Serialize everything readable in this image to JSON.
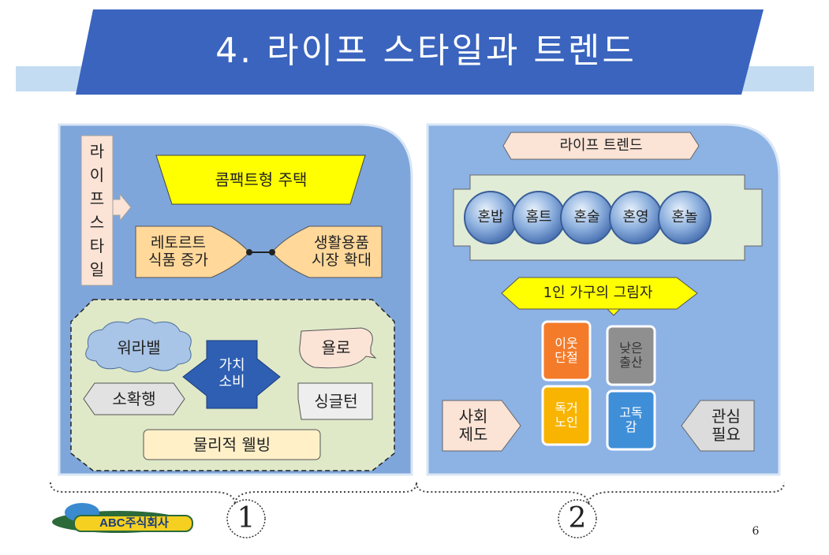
{
  "header": {
    "title": "4. 라이프 스타일과 트렌드"
  },
  "colors": {
    "title_banner": "#3a64be",
    "light_stripe": "#c4dcf2",
    "panel_left": "#7fa6db",
    "panel_right": "#8db2e4",
    "yellow": "#ffff00",
    "peach": "#ffd89a",
    "orange": "#f47b2a",
    "gray": "#8f8f8f",
    "gold": "#f8b400",
    "blue_cube": "#3f8fd8",
    "bubble": "#5d87c5",
    "diamond_blue": "#2e5fb3"
  },
  "left_panel": {
    "vertical_label": "라\n이\n프\n스\n타\n일",
    "compact_housing": "콤팩트형 주택",
    "retort": "레토르트\n식품 증가",
    "living_goods": "생활용품\n시장 확대",
    "workabal": "워라밸",
    "yolo": "욜로",
    "value_consumption": "가치\n소비",
    "sohwakhaeng": "소확행",
    "singleton": "싱글턴",
    "physical_wellbeing": "물리적 웰빙"
  },
  "right_panel": {
    "life_trend": "라이프 트렌드",
    "circles": [
      "혼밥",
      "홈트",
      "혼술",
      "혼영",
      "혼놀"
    ],
    "shadow_label": "1인 가구의 그림자",
    "cubes": {
      "neighbor": "이웃\n단절",
      "low_birth": "낮은\n출산",
      "alone_elderly": "독거\n노인",
      "loneliness": "고독\n감"
    },
    "social_system": "사회\n제도",
    "attention_needed": "관심\n필요"
  },
  "footer": {
    "marker1": "1",
    "marker2": "2",
    "logo_text": "ABC주식회사",
    "page_number": "6"
  },
  "icons": [
    "logo-icon",
    "arrow-icon",
    "diamond-icon",
    "cloud-icon",
    "cube-icon"
  ]
}
